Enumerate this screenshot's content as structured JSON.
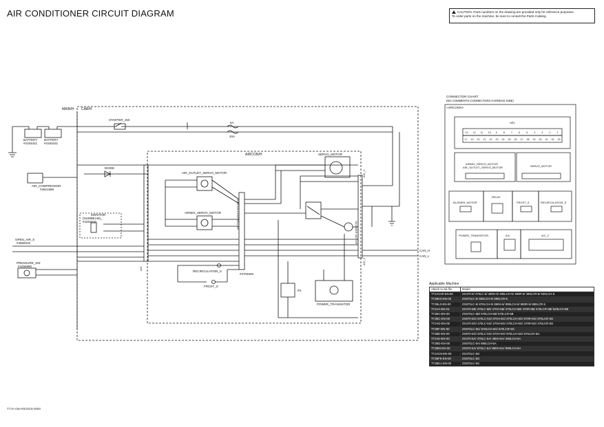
{
  "title": "AIR CONDITIONER CIRCUIT DIAGRAM",
  "caution": {
    "line1": "CAUTION: Parts numbers on the drawing are provided only for reference purposes.",
    "line2": "To order parts on the machine, be sure to consult the Parts Catalog."
  },
  "footer_code": "TTJA-03e-RE2019-0050",
  "labels": {
    "cabin_harness": "CAB/H",
    "main_h": "MAIN/H",
    "aircon_h": "AIRCON/H",
    "battery1": "BATTERY",
    "battery1_pn": "#4193421",
    "battery2": "BATTERY",
    "battery2_pn": "#4193421",
    "starter_sw": "STARTER_SW",
    "fuse_top": "5A",
    "fuse_bottom": "20A",
    "compressor": "AIR_COMPRESSOR",
    "compressor_pn": "#4621599",
    "diode": "DIODE",
    "outlet_servo": "AIR_OUTLET_SERVO_MOTOR",
    "airmix_servo": "AIRMIX_SERVO_MOTOR",
    "servo_motor": "SERVO_MOTOR",
    "monitor": "MONITOR",
    "monitor_sub": "(NUMBEAM)_",
    "monitor_pn": "#4493630",
    "open_air_s": "OPEN_AIR_S",
    "open_air_pn": "#4659316",
    "pressure_sw": "PRESSURE_SW",
    "pressure_pn": "#4456990",
    "controller": "AIRCON CONTROLLER",
    "controller_pn": "#4704926",
    "recirculation_s": "RECIRCULATION_S",
    "frost_s": "FROST_S",
    "blower_motor": "BLOWER MOTOR",
    "power_transistor": "POWER_TRANSISTOR",
    "relay_r1": "R1",
    "can_h": "CAN_H",
    "can_l": "CAN_L",
    "conn_ac": "A/C",
    "conn_ac2": "A/C_2",
    "conn_ac3": "A/C_3"
  },
  "connector_chart": {
    "title": "CONNECTOR CHART",
    "subtitle": "(NO COMMENTS CONNECTORS HARNESS SIDE)",
    "harness": "<AIRCON/H>",
    "au_label": "A/U",
    "au_top_pins": [
      "13",
      "12",
      "11",
      "10",
      "9",
      "8",
      "7",
      "6",
      "5",
      "4",
      "3",
      "2",
      "1"
    ],
    "au_bottom_pins": [
      "17",
      "19",
      "20",
      "21",
      "22",
      "23",
      "24",
      "25",
      "26",
      "27",
      "28",
      "29",
      "30",
      "31",
      "32",
      "33"
    ],
    "airmix_label": "AIRMIX_SERVO_MOTOR",
    "outlet_label": "AIR_OUTLET_SERVO_MOTOR",
    "servo_label": "SERVO_MOTOR",
    "blower_label": "BLOWER_MOTOR",
    "relay_label": "RELAY",
    "frost_label": "FROST_S",
    "recirc_label": "RECIRCULATION_S",
    "power_tr_label": "POWER_TRANSISTOR",
    "ac_label": "A/C",
    "ac2_label": "A/C_2"
  },
  "applicable_machine": {
    "title": "Applicable Machine",
    "headers": [
      "Attach to wit./fix.",
      "Model"
    ],
    "rows": [
      [
        "TTJAC00-EN-00",
        "ZX470-5/ 470LC-5/ 490H-5/ 490LCH-5/ 490R-5/ 490LCR-5/ 530LCH-5"
      ],
      [
        "TTJBK0-EN-00",
        "ZX670LC-5/ 690LCH-5/ 690LCR-5"
      ],
      [
        "TTJBL0-EN-00",
        "ZX870LC-5/ 870LCH-5/ 890H-5/ 890LCH-5/ 890R-5/ 890LCR-5"
      ],
      [
        "TTJAA-EN-01",
        "ZX470-5B/ 470LC-5B/ 470H-5B/ 470LCH-5B/ 470R-5B/ 470LCR-5B/ 520LCH-5B"
      ],
      [
        "TTJBA-EN-00",
        "ZX670LC-5B/ 670LCH-5B/ 670LCR-5B"
      ],
      [
        "TTJBC-EN-00",
        "ZX870-5G/ 870LC-5G/ 870H-5G/ 870LCH-5G/ 870R-5G/ 870LCR-5G"
      ],
      [
        "TTJAD-EN-00",
        "ZX470-5G/ 470LC-5G/ 470H-5G/ 470LCH-5G/ 470R-5G/ 470LCR-5G"
      ],
      [
        "TTJBF-EN-00",
        "ZX670LC-5G/ 670LCH-5G/ 670LCR-5G"
      ],
      [
        "TTJBE-EN-00",
        "ZX870-5G/ 870LC-5G/ 870H-5G/ 870LCH-5G/ 870LCR-5G"
      ],
      [
        "TTJAE-EN-00",
        "ZX470-5A/ 470LC-5A/ 490H-5A/ 490LCH-5A"
      ],
      [
        "TTJBD-EN-00",
        "ZX670LC-5A/ 690LCH-5A"
      ],
      [
        "TTJBM-EN-00",
        "ZX870-5A/ 870LC-5A/ 890H-5A/ 890LCH-5A"
      ],
      [
        "TTJAC9-EN-00",
        "ZX470LC-5G"
      ],
      [
        "TTJBF9-EN-00",
        "ZX670LC-5G"
      ],
      [
        "TTJBE1-EN-00",
        "ZX870LC-5G"
      ]
    ]
  }
}
